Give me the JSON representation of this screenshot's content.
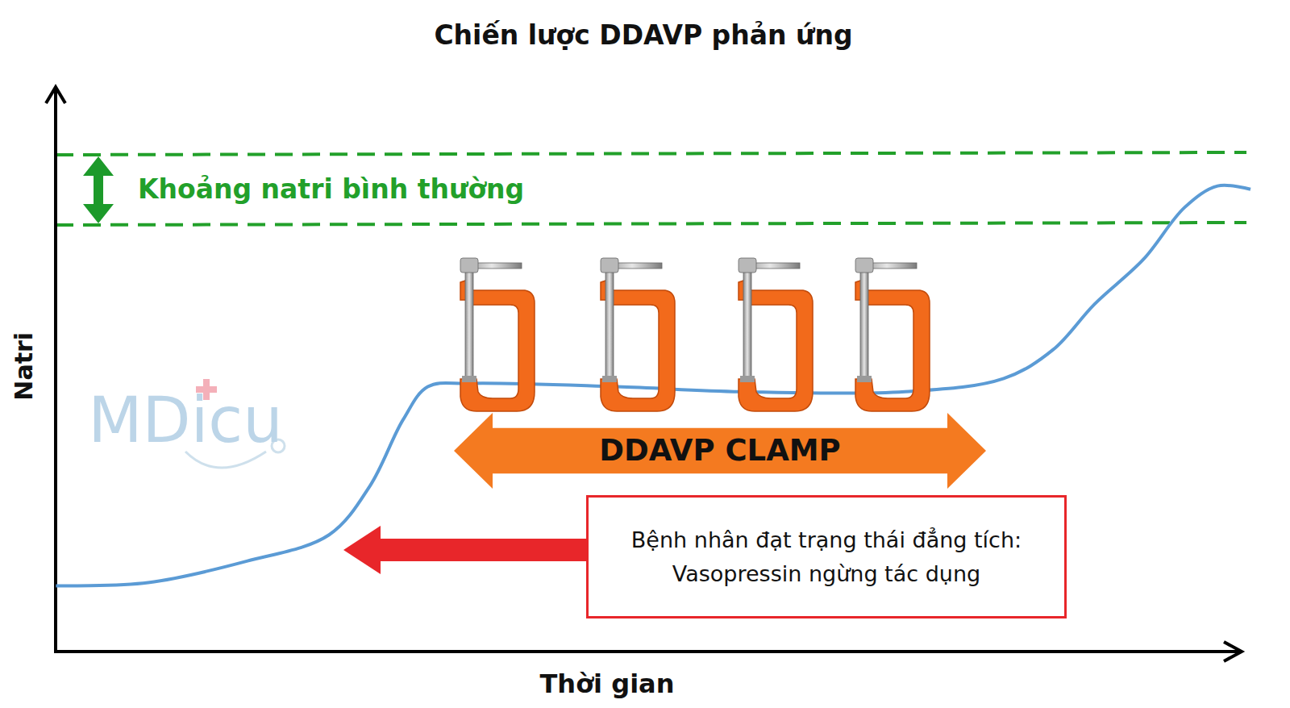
{
  "diagram": {
    "title": "Chiến lược DDAVP phản ứng",
    "nodes": [
      {
        "text": [
          "DDAVP CLAMP"
        ]
      },
      {
        "text": [
          "Bệnh nhân đạt trạng thái đẳng tích: Vasopressin ngừng tác dụng"
        ]
      }
    ],
    "labels": [
      "Khoảng natri bình thường",
      "Natri",
      "Thời gian",
      "MDicu"
    ]
  }
}
